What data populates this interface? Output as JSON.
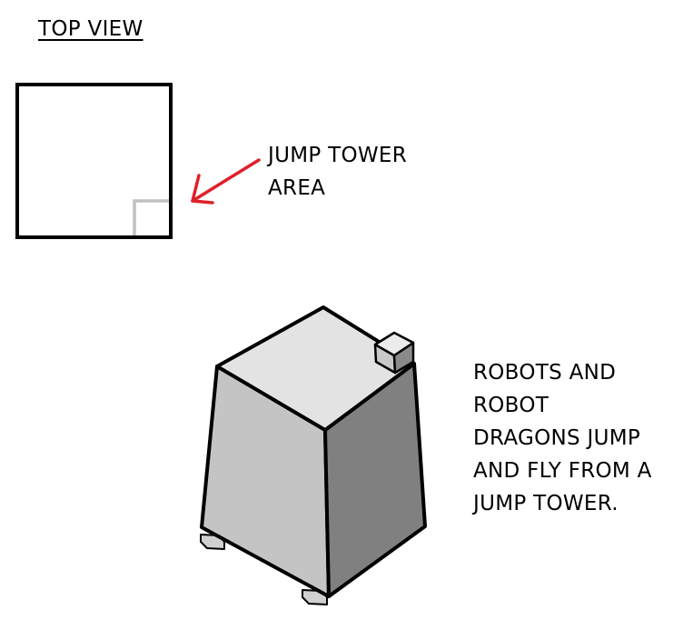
{
  "top_view": {
    "title": "TOP VIEW"
  },
  "jump_tower_label": {
    "lines": [
      "JUMP TOWER",
      "AREA"
    ]
  },
  "robots_note": {
    "lines": [
      "ROBOTS AND",
      "ROBOT",
      "DRAGONS JUMP",
      "AND FLY FROM A",
      "JUMP TOWER."
    ]
  },
  "colors": {
    "outline": "#000000",
    "arrow": "#e0202a",
    "jump_area": "#c0c0c0",
    "top_face": "#e3e3e3",
    "left_face": "#c4c4c4",
    "right_face": "#808080",
    "cube_top": "#ebebeb",
    "cube_left": "#c8c8c8",
    "cube_right": "#8a8a8a",
    "foot": "#d0d0d0"
  }
}
